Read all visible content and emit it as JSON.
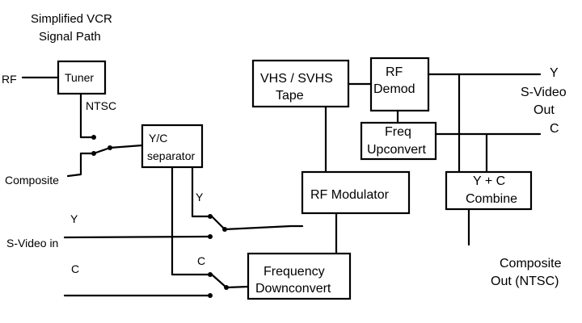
{
  "title": [
    "Simplified VCR",
    "Signal Path"
  ],
  "inputs": {
    "rf": "RF",
    "ntsc": "NTSC",
    "composite": "Composite",
    "svideo_in": "S-Video in",
    "y": "Y",
    "c": "C",
    "sep_y": "Y",
    "sep_c": "C"
  },
  "blocks": {
    "tuner": "Tuner",
    "yc_separator": [
      "Y/C",
      "separator"
    ],
    "tape": [
      "VHS / SVHS",
      "Tape"
    ],
    "rf_demod": [
      "RF",
      "Demod"
    ],
    "freq_upconvert": [
      "Freq",
      "Upconvert"
    ],
    "rf_modulator": "RF Modulator",
    "yc_combine": [
      "Y + C",
      "Combine"
    ],
    "freq_downconvert": [
      "Frequency",
      "Downconvert"
    ]
  },
  "outputs": {
    "y": "Y",
    "svideo_out": [
      "S-Video",
      "Out"
    ],
    "c": "C",
    "composite_out": [
      "Composite",
      "Out (NTSC)"
    ]
  }
}
